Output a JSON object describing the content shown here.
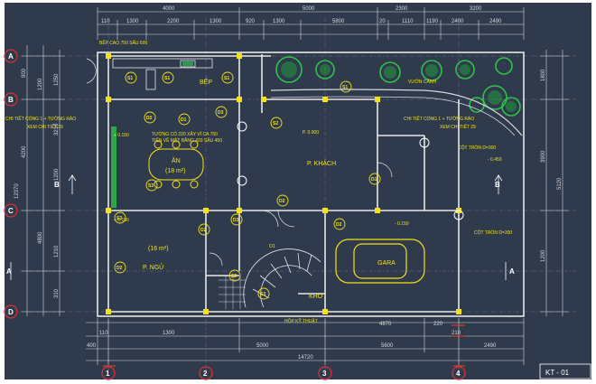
{
  "drawing": {
    "sheet_code": "KT - 01",
    "colors": {
      "background": "#2f3a4d",
      "wall": "#e8e8e8",
      "dimension": "#d8d8d8",
      "annotation": "#f2e21a",
      "axis": "#e03030",
      "tree": "#2ec24a",
      "accent": "#e23c2f"
    }
  },
  "dims_top_outer": [
    "4000",
    "5000",
    "2300",
    "3200"
  ],
  "dims_top_inner": [
    "110",
    "1300",
    "2200",
    "1300",
    "920",
    "1300",
    "5800",
    "20",
    "1110",
    "1190",
    "2400",
    "2490"
  ],
  "dims_bottom": [
    "400",
    "110",
    "5000",
    "4870",
    "220",
    "2490"
  ],
  "dims_bottom2": [
    "1300",
    "5600",
    "210"
  ],
  "dims_total": "14720",
  "axes_rows": [
    "A",
    "B",
    "B",
    "C",
    "A",
    "D"
  ],
  "axes_cols": [
    "1",
    "2",
    "3",
    "4"
  ],
  "rooms": {
    "bep": "BẾP",
    "an": "ĂN",
    "an_area": "(18 m²)",
    "p_khach": "P. KHÁCH",
    "p_ngu": "P. NGỦ",
    "p_ngu_area": "(16 m²)",
    "gara": "GARA",
    "kho": "KHO",
    "vuon_canh": "VƯỜN CẢNH",
    "hop_ky_thuat": "HỘP KỸ THUẬT"
  },
  "annotations": {
    "bep_cao": "BẾP CAO 750 SÂU 600",
    "tuong_dim": "TƯỜNG CÓ 220 XÂY VÍ CA 750",
    "tien_ban": "TIẾN VỀ MẶT BẰNG 420 SÂU 450",
    "chi_tiet_1": "CHI TIẾT CỔNG 1 + TƯỜNG RÀO",
    "xem_chi_tiet_1": "XEM CHI TIẾT 29",
    "chi_tiet_2": "CHI TIẾT CỔNG 1 + TƯỜNG RÀO",
    "xem_chi_tiet_2": "XEM CHI TIẾT 29",
    "cot_tron_1": "CỘT TRÒN D=300",
    "cot_tron_2": "CỘT TRÒN D=300",
    "level_p_khach": "P. 0.000",
    "level_top": "+ 0.150",
    "level_right": "- 0.450",
    "level_gara": "- 0.150",
    "level_left": "+ 0.150",
    "door_o1": "O1"
  },
  "tags": [
    "S1",
    "S1",
    "S1",
    "D1",
    "D2",
    "S2",
    "D3",
    "S1",
    "D3",
    "D2",
    "D2",
    "S3",
    "D2",
    "D1",
    "S3",
    "D2",
    "S2",
    "S3"
  ],
  "side_dims_left": [
    "900",
    "1200",
    "4200",
    "3210",
    "4800",
    "1210",
    "310",
    "1250",
    "1200",
    "12370"
  ],
  "side_dims_right": [
    "1800",
    "3900",
    "1200",
    "5120"
  ]
}
